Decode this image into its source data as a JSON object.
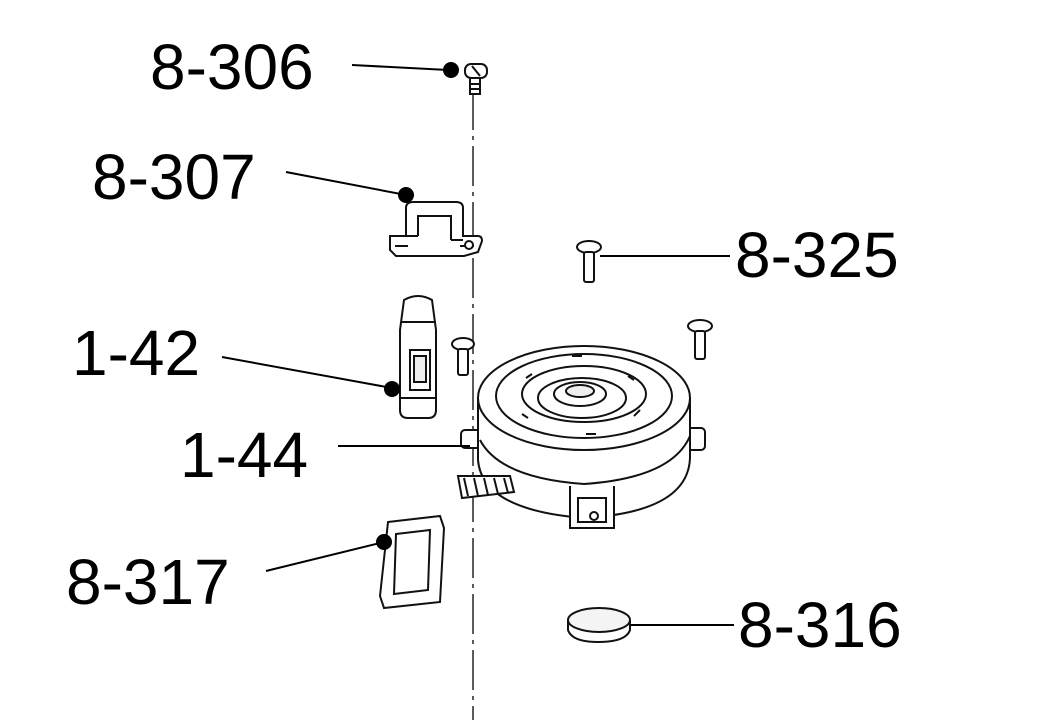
{
  "callouts": [
    {
      "id": "screw-top",
      "label": "8-306"
    },
    {
      "id": "bracket",
      "label": "8-307"
    },
    {
      "id": "screws-right",
      "label": "8-325"
    },
    {
      "id": "switch-block",
      "label": "1-42"
    },
    {
      "id": "motor-housing",
      "label": "1-44"
    },
    {
      "id": "filter-pad",
      "label": "8-317"
    },
    {
      "id": "button-disc",
      "label": "8-316"
    }
  ],
  "colors": {
    "line": "#000000",
    "part_stroke": "#111111",
    "part_fill": "#ffffff"
  }
}
